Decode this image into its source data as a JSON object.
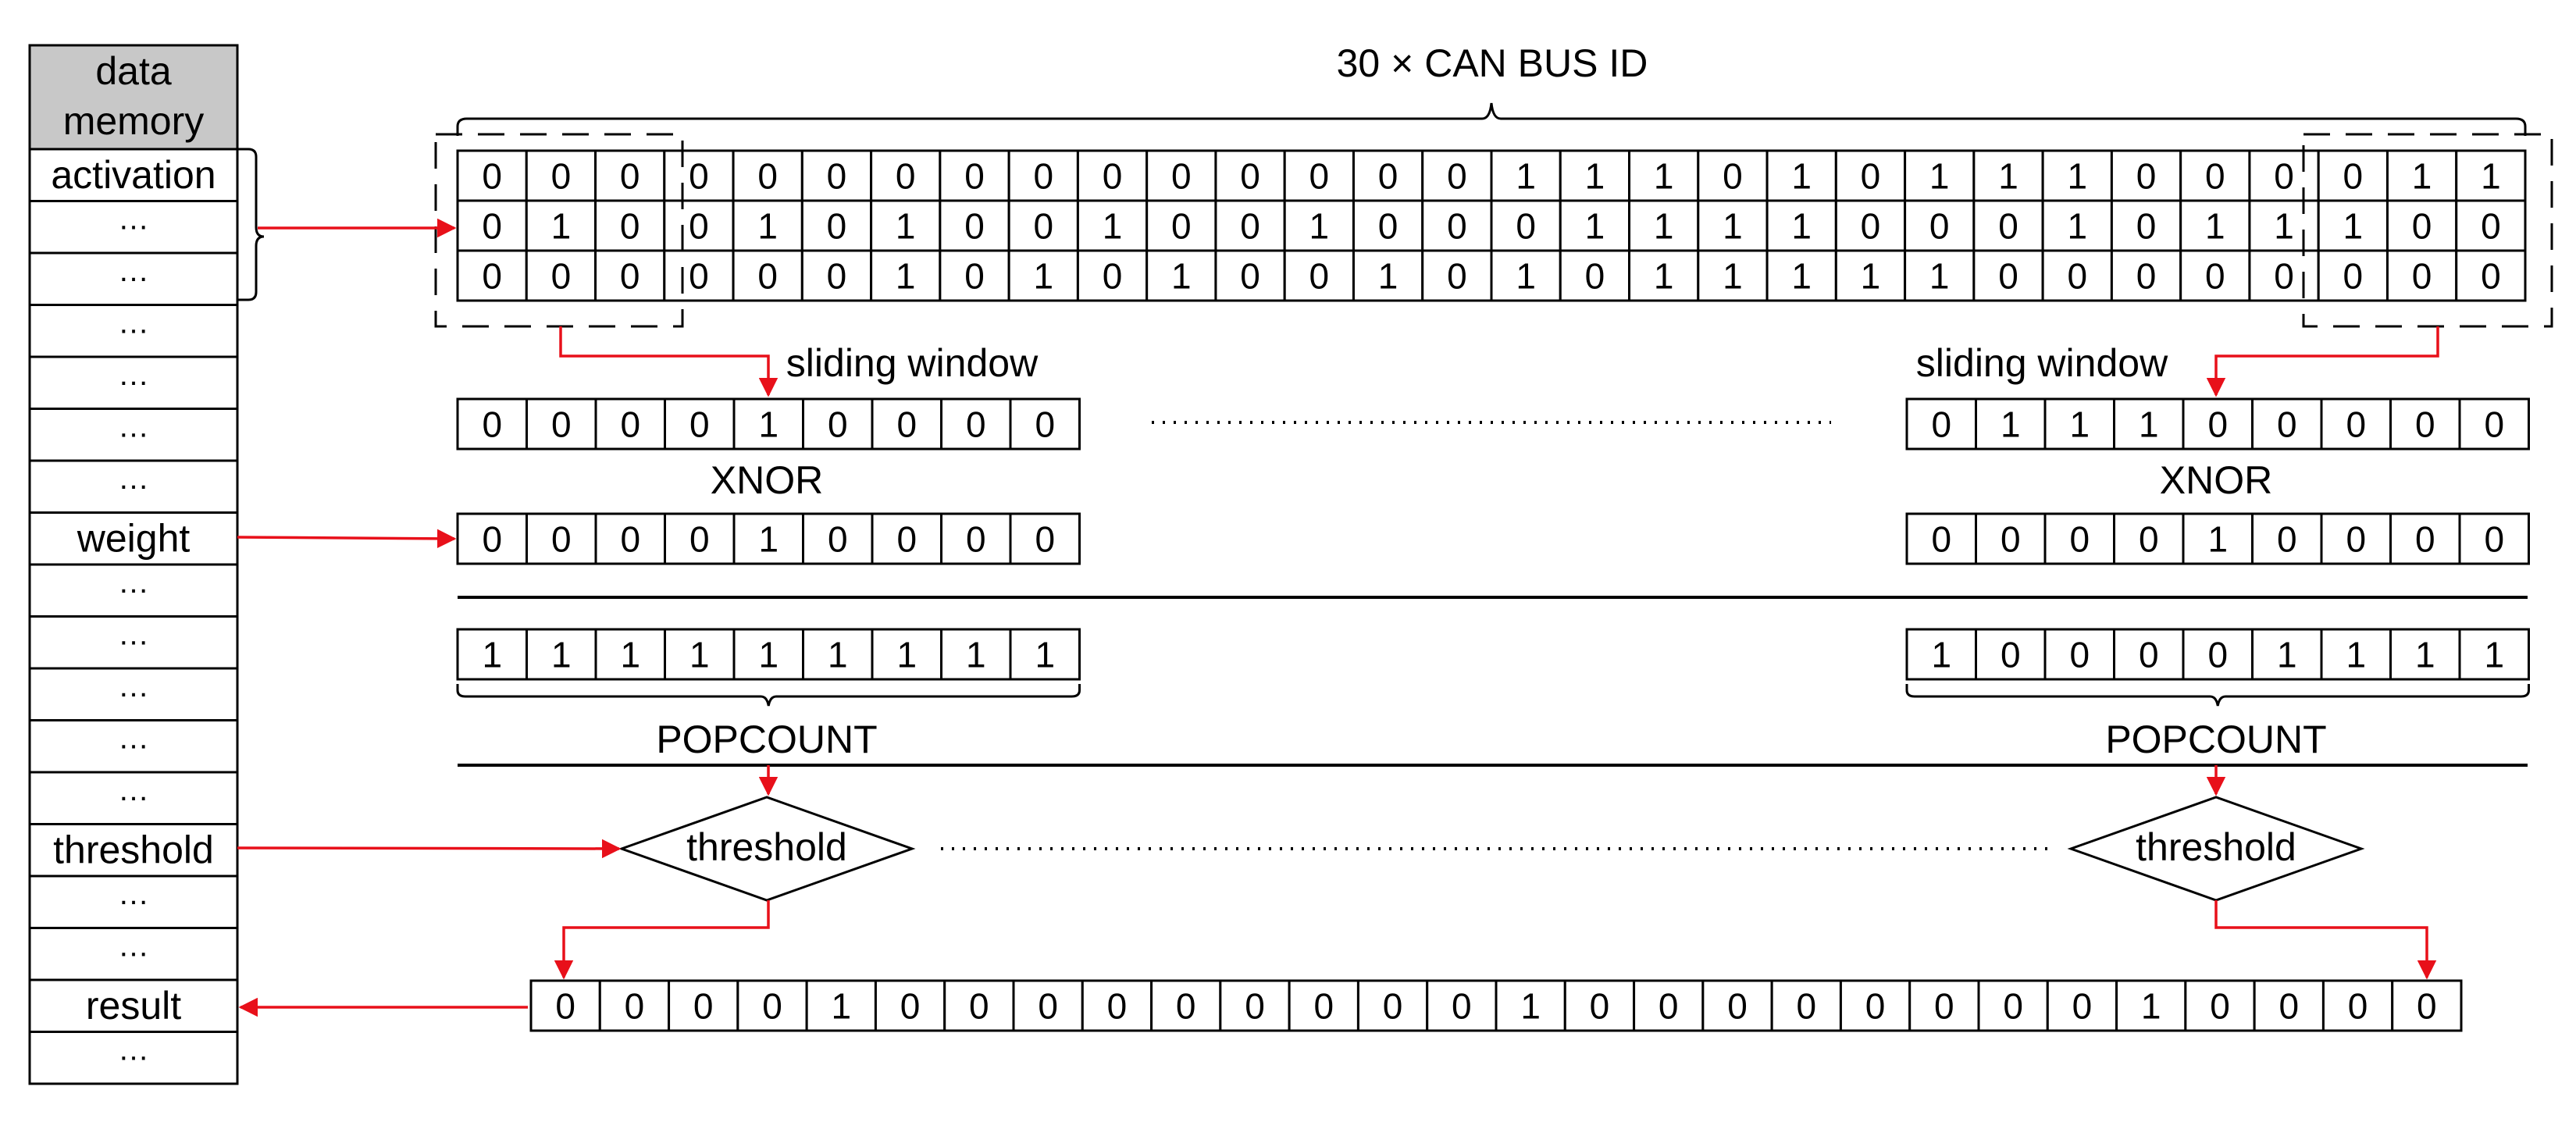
{
  "memory": {
    "header": "data memory",
    "header_lines": [
      "data",
      "memory"
    ],
    "rows": [
      "activation",
      "…",
      "…",
      "…",
      "…",
      "…",
      "…",
      "weight",
      "…",
      "…",
      "…",
      "…",
      "…",
      "threshold",
      "…",
      "…",
      "result",
      "…"
    ]
  },
  "title": "30 × CAN BUS ID",
  "activation_matrix": [
    [
      0,
      0,
      0,
      0,
      0,
      0,
      0,
      0,
      0,
      0,
      0,
      0,
      0,
      0,
      0,
      1,
      1,
      1,
      0,
      1,
      0,
      1,
      1,
      1,
      0,
      0,
      0,
      0,
      1,
      1
    ],
    [
      0,
      1,
      0,
      0,
      1,
      0,
      1,
      0,
      0,
      1,
      0,
      0,
      1,
      0,
      0,
      0,
      1,
      1,
      1,
      1,
      0,
      0,
      0,
      1,
      0,
      1,
      1,
      1,
      0,
      0
    ],
    [
      0,
      0,
      0,
      0,
      0,
      0,
      1,
      0,
      1,
      0,
      1,
      0,
      0,
      1,
      0,
      1,
      0,
      1,
      1,
      1,
      1,
      1,
      0,
      0,
      0,
      0,
      0,
      0,
      0,
      0
    ]
  ],
  "left_column": {
    "label_sliding": "sliding window",
    "window_flat": [
      0,
      0,
      0,
      0,
      1,
      0,
      0,
      0,
      0
    ],
    "op": "XNOR",
    "weight": [
      0,
      0,
      0,
      0,
      1,
      0,
      0,
      0,
      0
    ],
    "xnor_result": [
      1,
      1,
      1,
      1,
      1,
      1,
      1,
      1,
      1
    ],
    "popcount": "POPCOUNT",
    "threshold": "threshold"
  },
  "right_column": {
    "label_sliding": "sliding window",
    "window_flat": [
      0,
      1,
      1,
      1,
      0,
      0,
      0,
      0,
      0
    ],
    "op": "XNOR",
    "weight": [
      0,
      0,
      0,
      0,
      1,
      0,
      0,
      0,
      0
    ],
    "xnor_result": [
      1,
      0,
      0,
      0,
      0,
      1,
      1,
      1,
      1
    ],
    "popcount": "POPCOUNT",
    "threshold": "threshold"
  },
  "result": [
    0,
    0,
    0,
    0,
    1,
    0,
    0,
    0,
    0,
    0,
    0,
    0,
    0,
    0,
    1,
    0,
    0,
    0,
    0,
    0,
    0,
    0,
    0,
    1,
    0,
    0,
    0,
    0
  ],
  "colors": {
    "arrow": "#e8101a",
    "header_bg": "#c8c8c8",
    "line": "#000000"
  }
}
